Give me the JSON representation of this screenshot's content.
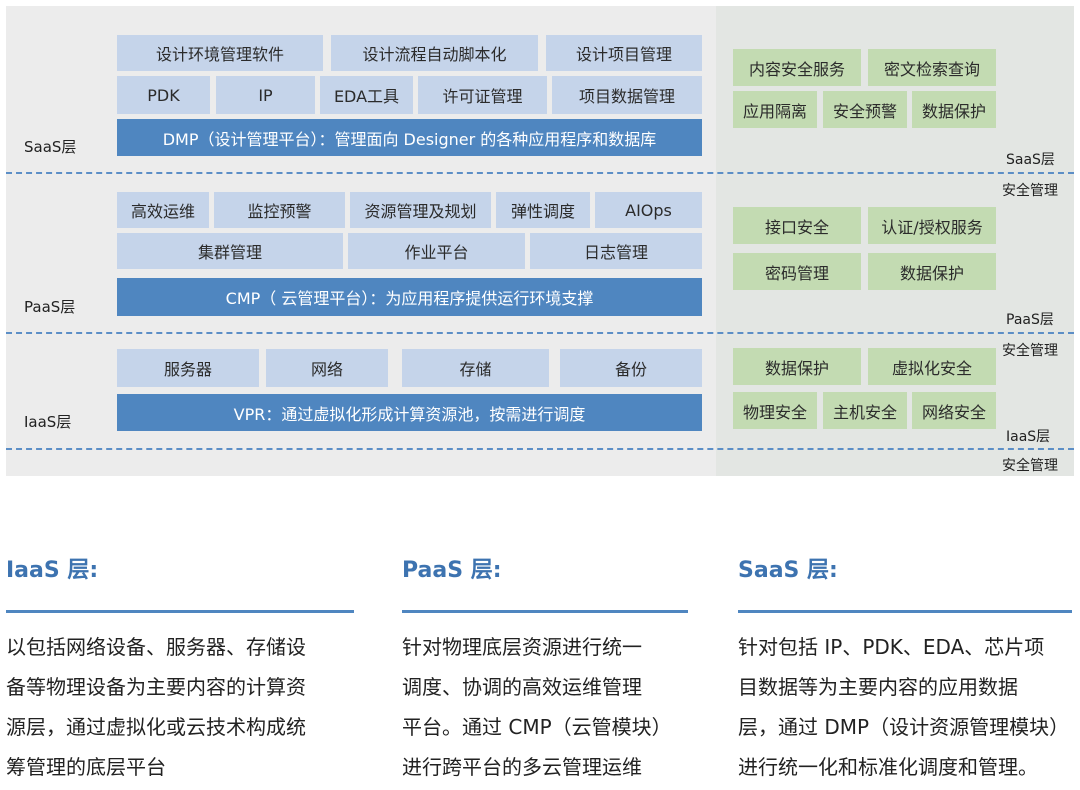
{
  "saas": {
    "label": "SaaS层",
    "row1": [
      "设计环境管理软件",
      "设计流程自动脚本化",
      "设计项目管理"
    ],
    "row2": [
      "PDK",
      "IP",
      "EDA工具",
      "许可证管理",
      "项目数据管理"
    ],
    "platform": "DMP（设计管理平台）：管理面向 Designer 的各种应用程序和数据库",
    "security_row1": [
      "内容安全服务",
      "密文检索查询"
    ],
    "security_row2": [
      "应用隔离",
      "安全预警",
      "数据保护"
    ],
    "security_label": [
      "SaaS层",
      "安全管理"
    ]
  },
  "paas": {
    "label": "PaaS层",
    "row1": [
      "高效运维",
      "监控预警",
      "资源管理及规划",
      "弹性调度",
      "AIOps"
    ],
    "row2": [
      "集群管理",
      "作业平台",
      "日志管理"
    ],
    "platform": "CMP（ 云管理平台）：为应用程序提供运行环境支撑",
    "security_row1": [
      "接口安全",
      "认证/授权服务"
    ],
    "security_row2": [
      "密码管理",
      "数据保护"
    ],
    "security_label": [
      "PaaS层",
      "安全管理"
    ]
  },
  "iaas": {
    "label": "IaaS层",
    "row1": [
      "服务器",
      "网络",
      "存储",
      "备份"
    ],
    "platform": "VPR：通过虚拟化形成计算资源池，按需进行调度",
    "security_row1": [
      "数据保护",
      "虚拟化安全"
    ],
    "security_row2": [
      "物理安全",
      "主机安全",
      "网络安全"
    ],
    "security_label": [
      "IaaS层",
      "安全管理"
    ]
  },
  "columns": [
    {
      "title": "IaaS 层:",
      "lines": [
        "以包括网络设备、服务器、存储设",
        "备等物理设备为主要内容的计算资",
        "源层，通过虚拟化或云技术构成统",
        "筹管理的底层平台"
      ]
    },
    {
      "title": "PaaS 层:",
      "lines": [
        "针对物理底层资源进行统一",
        "调度、协调的高效运维管理",
        "平台。通过 CMP（云管模块）",
        "进行跨平台的多云管理运维"
      ]
    },
    {
      "title": "SaaS 层:",
      "lines": [
        "针对包括 IP、PDK、EDA、芯片项",
        "目数据等为主要内容的应用数据",
        "层，通过 DMP（设计资源管理模块）",
        "进行统一化和标准化调度和管理。"
      ]
    }
  ],
  "colors": {
    "light_box": "#c5d4ea",
    "dark_box": "#4f86c0",
    "green_box": "#c3dbb2",
    "title_blue": "#3d73b0"
  }
}
